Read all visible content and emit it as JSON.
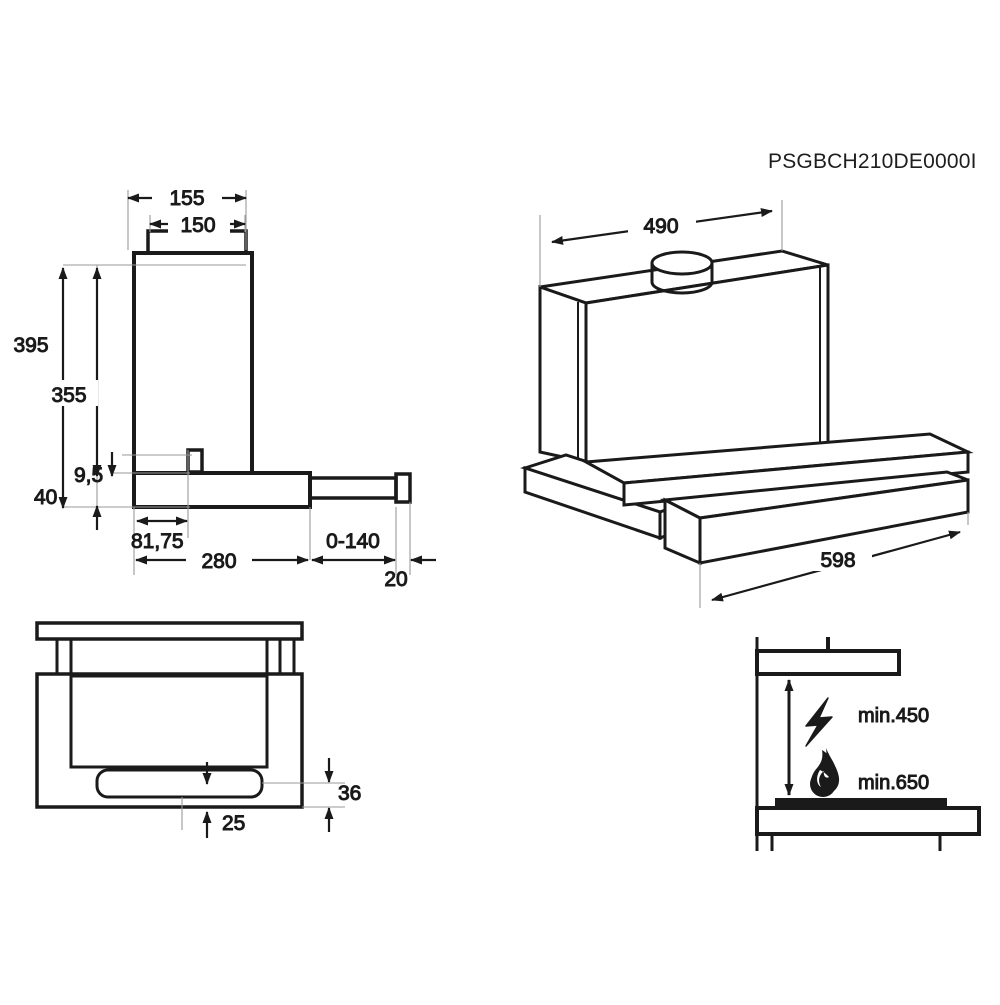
{
  "drawing": {
    "model_label": "PSGBCH210DE0000I",
    "units": "mm",
    "line_color": "#1a1a1a",
    "background_color": "#ffffff"
  },
  "views": {
    "side_section": {
      "name": "side-section-view",
      "dimensions": {
        "duct_outer_width": "155",
        "duct_inner_width": "150",
        "total_height": "395",
        "body_height": "355",
        "slide_thickness": "9,5",
        "base_height": "40",
        "front_offset": "81,75",
        "body_depth": "280",
        "pull_out_travel": "0-140",
        "handle_depth": "20"
      }
    },
    "isometric": {
      "name": "isometric-view",
      "dimensions": {
        "depth": "490",
        "width": "598"
      }
    },
    "front_plan": {
      "name": "front-plan-view",
      "dimensions": {
        "slot_height": "25",
        "base_offset": "36"
      }
    },
    "clearance": {
      "name": "clearance-diagram",
      "items": [
        {
          "icon": "lightning-bolt-icon",
          "label": "min.450"
        },
        {
          "icon": "flame-icon",
          "label": "min.650"
        }
      ]
    }
  }
}
